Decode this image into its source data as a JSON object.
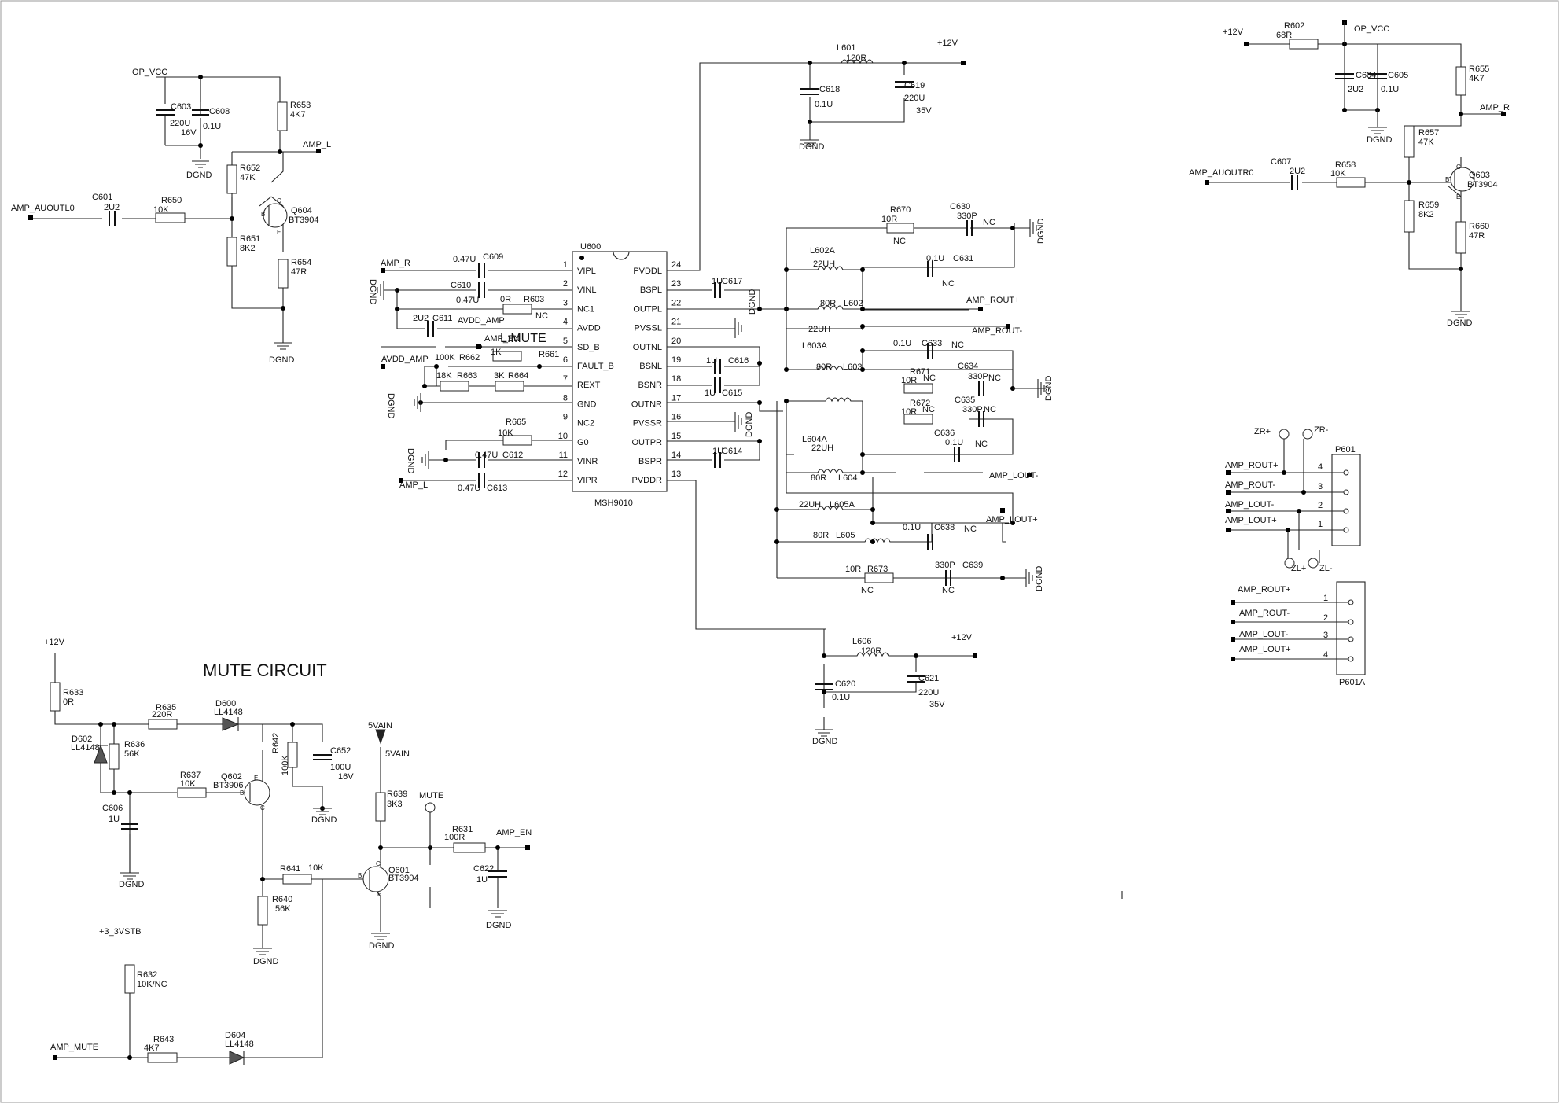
{
  "titles": {
    "mute_circuit": "MUTE CIRCUIT",
    "lmute": "L:MUTE"
  },
  "ic": {
    "ref": "U600",
    "part": "MSH9010",
    "left_pins": [
      {
        "num": "1",
        "name": "VIPL"
      },
      {
        "num": "2",
        "name": "VINL"
      },
      {
        "num": "3",
        "name": "NC1"
      },
      {
        "num": "4",
        "name": "AVDD"
      },
      {
        "num": "5",
        "name": "SD_B"
      },
      {
        "num": "6",
        "name": "FAULT_B"
      },
      {
        "num": "7",
        "name": "REXT"
      },
      {
        "num": "8",
        "name": "GND"
      },
      {
        "num": "9",
        "name": "NC2"
      },
      {
        "num": "10",
        "name": "G0"
      },
      {
        "num": "11",
        "name": "VINR"
      },
      {
        "num": "12",
        "name": "VIPR"
      }
    ],
    "right_pins": [
      {
        "num": "24",
        "name": "PVDDL"
      },
      {
        "num": "23",
        "name": "BSPL"
      },
      {
        "num": "22",
        "name": "OUTPL"
      },
      {
        "num": "21",
        "name": "PVSSL"
      },
      {
        "num": "20",
        "name": "OUTNL"
      },
      {
        "num": "19",
        "name": "BSNL"
      },
      {
        "num": "18",
        "name": "BSNR"
      },
      {
        "num": "17",
        "name": "OUTNR"
      },
      {
        "num": "16",
        "name": "PVSSR"
      },
      {
        "num": "15",
        "name": "OUTPR"
      },
      {
        "num": "14",
        "name": "BSPR"
      },
      {
        "num": "13",
        "name": "PVDDR"
      }
    ]
  },
  "nets": {
    "op_vcc": "OP_VCC",
    "dgnd": "DGND",
    "plus12v": "+12V",
    "amp_l": "AMP_L",
    "amp_r": "AMP_R",
    "amp_auoutl0": "AMP_AUOUTL0",
    "amp_auoutr0": "AMP_AUOUTR0",
    "amp_en": "AMP_EN",
    "avdd_amp": "AVDD_AMP",
    "amp_rout_p": "AMP_ROUT+",
    "amp_rout_n": "AMP_ROUT-",
    "amp_lout_p": "AMP_LOUT+",
    "amp_lout_n": "AMP_LOUT-",
    "v5ain": "5VAIN",
    "mute": "MUTE",
    "plus3v3stb": "+3_3VSTB",
    "amp_mute": "AMP_MUTE",
    "zr_p": "ZR+",
    "zr_n": "ZR-",
    "zl_p": "ZL+",
    "zl_n": "ZL-"
  },
  "parts": {
    "c603": [
      "C603",
      "220U",
      "16V"
    ],
    "c608": [
      "C608",
      "0.1U"
    ],
    "r653": [
      "R653",
      "4K7"
    ],
    "r652": [
      "R652",
      "47K"
    ],
    "q604": [
      "Q604",
      "BT3904"
    ],
    "c601": [
      "C601",
      "2U2"
    ],
    "r650": [
      "R650",
      "10K"
    ],
    "r651": [
      "R651",
      "8K2"
    ],
    "r654": [
      "R654",
      "47R"
    ],
    "c609": [
      "C609",
      "0.47U"
    ],
    "c610": [
      "C610",
      "0.47U"
    ],
    "r603": [
      "R603",
      "0R",
      "NC"
    ],
    "c611": [
      "C611",
      "2U2"
    ],
    "r662": [
      "R662",
      "100K"
    ],
    "r661": [
      "R661",
      "1K"
    ],
    "r663": [
      "R663",
      "18K"
    ],
    "r664": [
      "R664",
      "3K"
    ],
    "r665": [
      "R665",
      "10K"
    ],
    "c612": [
      "C612",
      "0.47U"
    ],
    "c613": [
      "C613",
      "0.47U"
    ],
    "l601": [
      "L601",
      "120R"
    ],
    "c618": [
      "C618",
      "0.1U"
    ],
    "c619": [
      "C619",
      "220U",
      "35V"
    ],
    "c617": [
      "C617",
      "1U"
    ],
    "c616": [
      "C616",
      "1U"
    ],
    "c615": [
      "C615",
      "1U"
    ],
    "c614": [
      "C614",
      "1U"
    ],
    "r670": [
      "R670",
      "10R",
      "NC"
    ],
    "c630": [
      "C630",
      "330P",
      "NC"
    ],
    "l602a": [
      "L602A",
      "22UH"
    ],
    "c631": [
      "C631",
      "0.1U",
      "NC"
    ],
    "l602": [
      "L602",
      "80R"
    ],
    "l603a": [
      "L603A",
      "22UH"
    ],
    "c633": [
      "C633",
      "0.1U",
      "NC"
    ],
    "l603": [
      "L603",
      "80R"
    ],
    "r671": [
      "R671",
      "10R",
      "NC"
    ],
    "c634": [
      "C634",
      "330P",
      "NC"
    ],
    "r672": [
      "R672",
      "10R",
      "NC"
    ],
    "c635": [
      "C635",
      "330P",
      "NC"
    ],
    "c636": [
      "C636",
      "0.1U",
      "NC"
    ],
    "l604a": [
      "L604A",
      "22UH"
    ],
    "l604": [
      "L604",
      "80R"
    ],
    "l605a": [
      "L605A",
      "22UH"
    ],
    "l605": [
      "L605",
      "80R"
    ],
    "c638": [
      "C638",
      "0.1U",
      "NC"
    ],
    "r673": [
      "R673",
      "10R",
      "NC"
    ],
    "c639": [
      "C639",
      "330P",
      "NC"
    ],
    "l606": [
      "L606",
      "120R"
    ],
    "c620": [
      "C620",
      "0.1U"
    ],
    "c621": [
      "C621",
      "220U",
      "35V"
    ],
    "r602": [
      "R602",
      "68R"
    ],
    "c604": [
      "C604",
      "2U2"
    ],
    "c605": [
      "C605",
      "0.1U"
    ],
    "r655": [
      "R655",
      "4K7"
    ],
    "r657": [
      "R657",
      "47K"
    ],
    "c607": [
      "C607",
      "2U2"
    ],
    "r658": [
      "R658",
      "10K"
    ],
    "q603": [
      "Q603",
      "BT3904"
    ],
    "r659": [
      "R659",
      "8K2"
    ],
    "r660": [
      "R660",
      "47R"
    ],
    "p601": [
      "P601"
    ],
    "p601a": [
      "P601A"
    ],
    "r633": [
      "R633",
      "0R"
    ],
    "r635": [
      "R635",
      "220R"
    ],
    "d600": [
      "D600",
      "LL4148"
    ],
    "d602": [
      "D602",
      "LL4148"
    ],
    "r636": [
      "R636",
      "56K"
    ],
    "r637": [
      "R637",
      "10K"
    ],
    "q602": [
      "Q602",
      "BT3906"
    ],
    "r642": [
      "R642",
      "100K"
    ],
    "c652": [
      "C652",
      "100U",
      "16V"
    ],
    "c606": [
      "C606",
      "1U"
    ],
    "r641": [
      "R641",
      "10K"
    ],
    "r640": [
      "R640",
      "56K"
    ],
    "r639": [
      "R639",
      "3K3"
    ],
    "r631": [
      "R631",
      "100R"
    ],
    "q601": [
      "Q601",
      "BT3904"
    ],
    "c622": [
      "C622",
      "1U"
    ],
    "r632": [
      "R632",
      "10K/NC"
    ],
    "r643": [
      "R643",
      "4K7"
    ],
    "d604": [
      "D604",
      "LL4148"
    ]
  },
  "pin_letters": {
    "b": "B",
    "c": "C",
    "e": "E"
  },
  "connector_pins": [
    "4",
    "3",
    "2",
    "1"
  ],
  "connector_a_pins": [
    "1",
    "2",
    "3",
    "4"
  ]
}
